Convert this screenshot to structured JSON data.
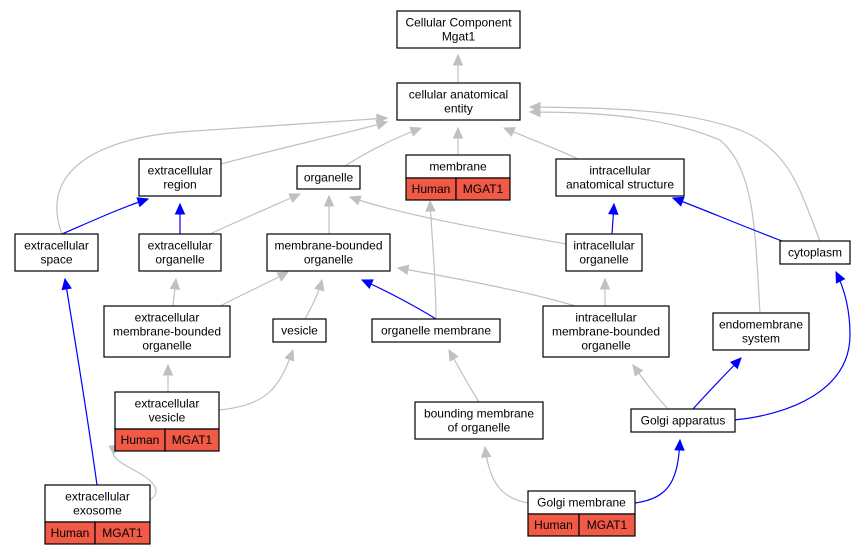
{
  "colors": {
    "gray_edge": "#c0c0c0",
    "blue_edge": "#0000ff",
    "tag_fill": "#f05a46",
    "node_border": "#000000"
  },
  "tag": {
    "species": "Human",
    "gene": "MGAT1"
  },
  "nodes": {
    "root": {
      "lines": [
        "Cellular Component",
        "Mgat1"
      ]
    },
    "cellular_anatomical_entity": {
      "lines": [
        "cellular anatomical",
        "entity"
      ]
    },
    "extracellular_region": {
      "lines": [
        "extracellular",
        "region"
      ]
    },
    "organelle": {
      "lines": [
        "organelle"
      ]
    },
    "membrane": {
      "lines": [
        "membrane"
      ],
      "tagged": true
    },
    "intracellular_anatomical_structure": {
      "lines": [
        "intracellular",
        "anatomical structure"
      ]
    },
    "extracellular_space": {
      "lines": [
        "extracellular",
        "space"
      ]
    },
    "extracellular_organelle": {
      "lines": [
        "extracellular",
        "organelle"
      ]
    },
    "membrane_bounded_organelle": {
      "lines": [
        "membrane-bounded",
        "organelle"
      ]
    },
    "intracellular_organelle": {
      "lines": [
        "intracellular",
        "organelle"
      ]
    },
    "cytoplasm": {
      "lines": [
        "cytoplasm"
      ]
    },
    "extracellular_membrane_bounded_organelle": {
      "lines": [
        "extracellular",
        "membrane-bounded",
        "organelle"
      ]
    },
    "vesicle": {
      "lines": [
        "vesicle"
      ]
    },
    "organelle_membrane": {
      "lines": [
        "organelle membrane"
      ]
    },
    "intracellular_membrane_bounded_organelle": {
      "lines": [
        "intracellular",
        "membrane-bounded",
        "organelle"
      ]
    },
    "endomembrane_system": {
      "lines": [
        "endomembrane",
        "system"
      ]
    },
    "extracellular_vesicle": {
      "lines": [
        "extracellular",
        "vesicle"
      ],
      "tagged": true
    },
    "bounding_membrane_of_organelle": {
      "lines": [
        "bounding membrane",
        "of organelle"
      ]
    },
    "golgi_apparatus": {
      "lines": [
        "Golgi apparatus"
      ]
    },
    "extracellular_exosome": {
      "lines": [
        "extracellular",
        "exosome"
      ],
      "tagged": true
    },
    "golgi_membrane": {
      "lines": [
        "Golgi membrane"
      ],
      "tagged": true
    }
  },
  "edges": [
    {
      "from": "cellular_anatomical_entity",
      "to": "root",
      "type": "gray"
    },
    {
      "from": "extracellular_region",
      "to": "cellular_anatomical_entity",
      "type": "gray"
    },
    {
      "from": "organelle",
      "to": "cellular_anatomical_entity",
      "type": "gray"
    },
    {
      "from": "membrane",
      "to": "cellular_anatomical_entity",
      "type": "gray"
    },
    {
      "from": "intracellular_anatomical_structure",
      "to": "cellular_anatomical_entity",
      "type": "gray"
    },
    {
      "from": "extracellular_space",
      "to": "cellular_anatomical_entity",
      "type": "gray"
    },
    {
      "from": "cytoplasm",
      "to": "cellular_anatomical_entity",
      "type": "gray"
    },
    {
      "from": "endomembrane_system",
      "to": "cellular_anatomical_entity",
      "type": "gray"
    },
    {
      "from": "extracellular_space",
      "to": "extracellular_region",
      "type": "blue"
    },
    {
      "from": "extracellular_organelle",
      "to": "extracellular_region",
      "type": "blue"
    },
    {
      "from": "extracellular_organelle",
      "to": "organelle",
      "type": "gray"
    },
    {
      "from": "membrane_bounded_organelle",
      "to": "organelle",
      "type": "gray"
    },
    {
      "from": "intracellular_organelle",
      "to": "organelle",
      "type": "gray"
    },
    {
      "from": "intracellular_organelle",
      "to": "intracellular_anatomical_structure",
      "type": "blue"
    },
    {
      "from": "cytoplasm",
      "to": "intracellular_anatomical_structure",
      "type": "blue"
    },
    {
      "from": "extracellular_membrane_bounded_organelle",
      "to": "extracellular_organelle",
      "type": "gray"
    },
    {
      "from": "extracellular_membrane_bounded_organelle",
      "to": "membrane_bounded_organelle",
      "type": "gray"
    },
    {
      "from": "vesicle",
      "to": "membrane_bounded_organelle",
      "type": "gray"
    },
    {
      "from": "organelle_membrane",
      "to": "membrane_bounded_organelle",
      "type": "blue"
    },
    {
      "from": "organelle_membrane",
      "to": "membrane",
      "type": "gray"
    },
    {
      "from": "intracellular_membrane_bounded_organelle",
      "to": "membrane_bounded_organelle",
      "type": "gray"
    },
    {
      "from": "intracellular_membrane_bounded_organelle",
      "to": "intracellular_organelle",
      "type": "gray"
    },
    {
      "from": "extracellular_vesicle",
      "to": "extracellular_membrane_bounded_organelle",
      "type": "gray"
    },
    {
      "from": "extracellular_vesicle",
      "to": "vesicle",
      "type": "gray"
    },
    {
      "from": "bounding_membrane_of_organelle",
      "to": "organelle_membrane",
      "type": "gray"
    },
    {
      "from": "golgi_apparatus",
      "to": "intracellular_membrane_bounded_organelle",
      "type": "gray"
    },
    {
      "from": "golgi_apparatus",
      "to": "endomembrane_system",
      "type": "blue"
    },
    {
      "from": "golgi_apparatus",
      "to": "cytoplasm",
      "type": "blue"
    },
    {
      "from": "extracellular_exosome",
      "to": "extracellular_space",
      "type": "blue"
    },
    {
      "from": "extracellular_exosome",
      "to": "extracellular_vesicle",
      "type": "gray"
    },
    {
      "from": "golgi_membrane",
      "to": "bounding_membrane_of_organelle",
      "type": "gray"
    },
    {
      "from": "golgi_membrane",
      "to": "golgi_apparatus",
      "type": "blue"
    }
  ]
}
